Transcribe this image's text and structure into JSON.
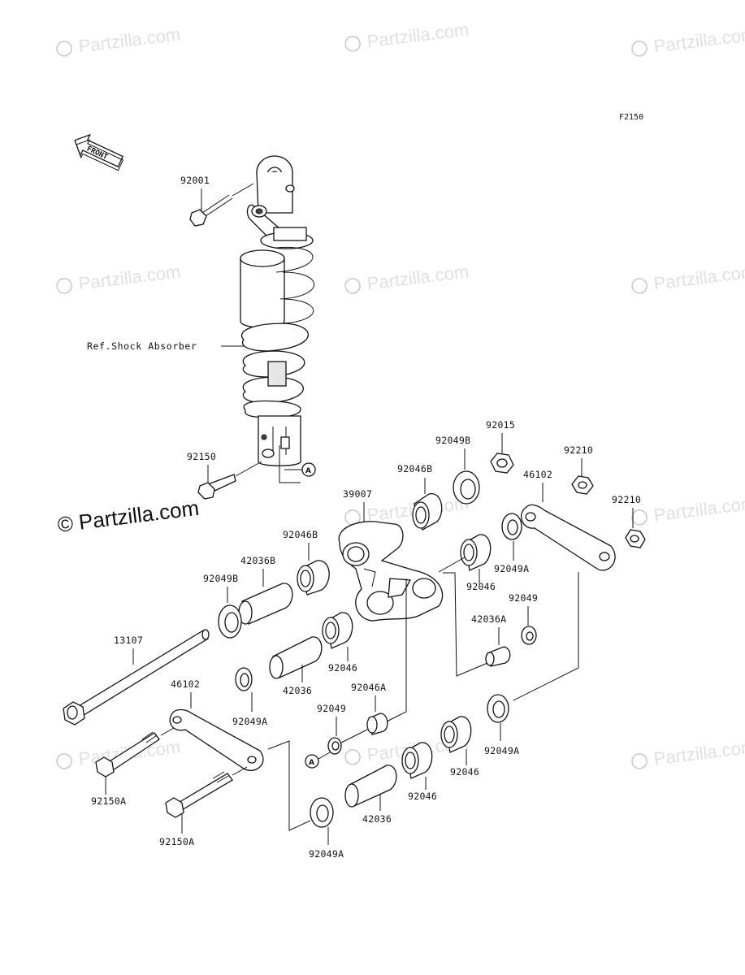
{
  "diagram": {
    "code": "F2150",
    "front_label": "FRONT",
    "ref_text": "Ref.Shock Absorber",
    "callout_letter": "A",
    "watermark_text": "Partzilla.com",
    "watermark_main": "© Partzilla.com",
    "labels": {
      "p92001": "92001",
      "p92150": "92150",
      "p92015": "92015",
      "p92049B_top": "92049B",
      "p92210_a": "92210",
      "p92046B_top": "92046B",
      "p46102_right": "46102",
      "p39007": "39007",
      "p92210_b": "92210",
      "p92046B_left": "92046B",
      "p42036B": "42036B",
      "p92049A_r1": "92049A",
      "p92049B_left": "92049B",
      "p92046_r1": "92046",
      "p92049_r": "92049",
      "p42036A": "42036A",
      "p13107": "13107",
      "p92046_mid": "92046",
      "p42036_mid": "42036",
      "p46102_left": "46102",
      "p92046A": "92046A",
      "p92049A_mid": "92049A",
      "p92049_mid": "92049",
      "p92049A_r2": "92049A",
      "p92046_r2": "92046",
      "p92150A_1": "92150A",
      "p92046_bot": "92046",
      "p42036_bot": "42036",
      "p92150A_2": "92150A",
      "p92049A_bot": "92049A"
    }
  }
}
